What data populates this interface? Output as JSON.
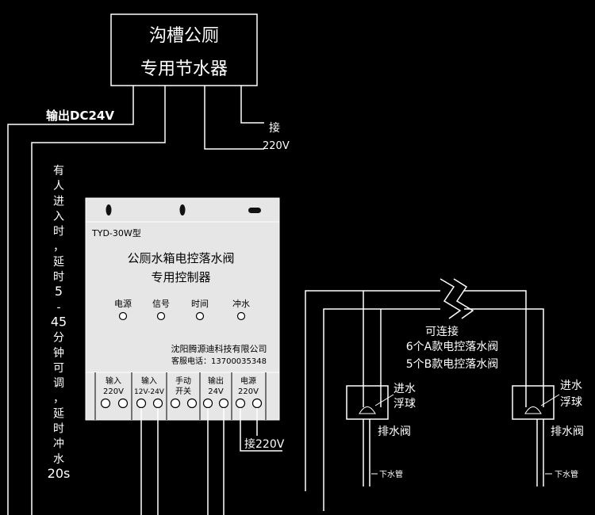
{
  "top_box": {
    "line1": "沟槽公厕",
    "line2": "专用节水器"
  },
  "output_label": "输出DC24V",
  "input_label": {
    "line1": "接",
    "line2": "220V"
  },
  "side_note": [
    "有",
    "人",
    "进",
    "入",
    "时",
    "，",
    "延",
    "时",
    "5",
    "-",
    "45",
    "分",
    "钟",
    "可",
    "调",
    "，",
    "延",
    "时",
    "冲",
    "水",
    "20s"
  ],
  "controller": {
    "model": "TYD-30W型",
    "title1": "公厕水箱电控落水阀",
    "title2": "专用控制器",
    "leds": [
      "电源",
      "信号",
      "时间",
      "冲水"
    ],
    "company": "沈阳腾源迪科技有限公司",
    "service": "客服电话：13700035348",
    "terminals": [
      {
        "l1": "输入",
        "l2": "220V"
      },
      {
        "l1": "输入",
        "l2": "12V-24V"
      },
      {
        "l1": "手动",
        "l2": "开关"
      },
      {
        "l1": "输出",
        "l2": "24V"
      },
      {
        "l1": "电源",
        "l2": "220V"
      }
    ]
  },
  "power_label": "接220V",
  "connect_note": [
    "可连接",
    "6个A款电控落水阀",
    "5个B款电控落水阀"
  ],
  "valves": [
    {
      "inlet": "进水",
      "float": "浮球",
      "drain": "排水阀",
      "pipe": "下水管"
    },
    {
      "inlet": "进水",
      "float": "浮球",
      "drain": "排水阀",
      "pipe": "下水管"
    }
  ]
}
